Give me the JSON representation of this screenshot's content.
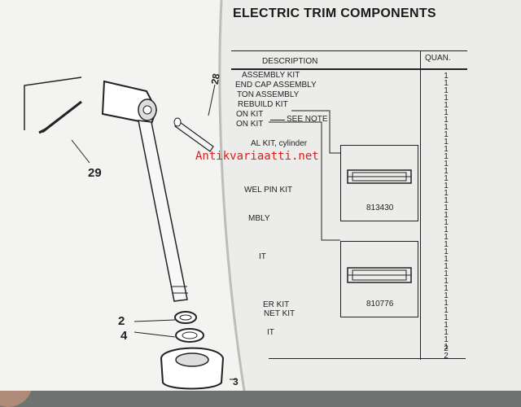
{
  "title": "ELECTRIC TRIM COMPONENTS",
  "table": {
    "col_description": "DESCRIPTION",
    "col_quantity": "QUAN.",
    "rows": [
      {
        "desc": "ASSEMBLY KIT"
      },
      {
        "desc": "END CAP ASSEMBLY"
      },
      {
        "desc": "TON ASSEMBLY"
      },
      {
        "desc": "REBUILD KIT"
      },
      {
        "desc": "ON KIT"
      },
      {
        "desc": "ON KIT"
      },
      {
        "desc": "AL KIT, cylinder"
      },
      {
        "desc": "WEL PIN KIT"
      },
      {
        "desc": "MBLY"
      },
      {
        "desc": "IT"
      },
      {
        "desc": "ER KIT"
      },
      {
        "desc": "NET KIT"
      },
      {
        "desc": "IT"
      }
    ],
    "quantities": [
      "1",
      "1",
      "1",
      "1",
      "1",
      "1",
      "1",
      "1",
      "1",
      "1",
      "1",
      "1",
      "1",
      "1",
      "1",
      "1",
      "1",
      "1",
      "1",
      "1",
      "1",
      "1",
      "1",
      "1",
      "1",
      "1",
      "1",
      "1",
      "1",
      "1",
      "1",
      "1",
      "1",
      "1",
      "1",
      "1",
      "1",
      "1",
      "2",
      "2"
    ]
  },
  "note": "SEE NOTE",
  "parts": [
    {
      "number": "813430"
    },
    {
      "number": "810776"
    }
  ],
  "callouts": {
    "a": "28",
    "b": "29",
    "c": "2",
    "d": "4",
    "e": "3"
  },
  "watermark": "Antikvariaatti.net"
}
